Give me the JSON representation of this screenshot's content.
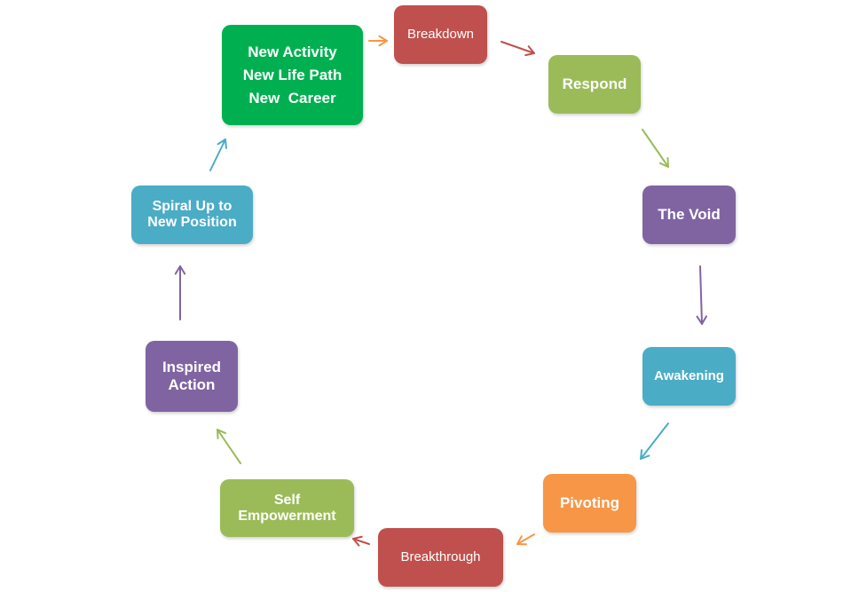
{
  "nodes": [
    {
      "id": "new-activity",
      "lines": [
        "New Activity",
        "New Life Path",
        "New  Career"
      ],
      "color": "#00b050"
    },
    {
      "id": "breakdown",
      "lines": [
        "Breakdown"
      ],
      "color": "#c0504d"
    },
    {
      "id": "respond",
      "lines": [
        "Respond"
      ],
      "color": "#9bbb59"
    },
    {
      "id": "the-void",
      "lines": [
        "The Void"
      ],
      "color": "#8064a2"
    },
    {
      "id": "awakening",
      "lines": [
        "Awakening"
      ],
      "color": "#4bacc6"
    },
    {
      "id": "pivoting",
      "lines": [
        "Pivoting"
      ],
      "color": "#f79646"
    },
    {
      "id": "breakthrough",
      "lines": [
        "Breakthrough"
      ],
      "color": "#c0504d"
    },
    {
      "id": "self-empowerment",
      "lines": [
        "Self",
        "Empowerment"
      ],
      "color": "#9bbb59"
    },
    {
      "id": "inspired-action",
      "lines": [
        "Inspired",
        "Action"
      ],
      "color": "#8064a2"
    },
    {
      "id": "spiral-up",
      "lines": [
        "Spiral Up to",
        "New Position"
      ],
      "color": "#4bacc6"
    }
  ],
  "arrows": [
    {
      "from": "new-activity",
      "to": "breakdown",
      "color": "#f79646"
    },
    {
      "from": "breakdown",
      "to": "respond",
      "color": "#c0504d"
    },
    {
      "from": "respond",
      "to": "the-void",
      "color": "#9bbb59"
    },
    {
      "from": "the-void",
      "to": "awakening",
      "color": "#8064a2"
    },
    {
      "from": "awakening",
      "to": "pivoting",
      "color": "#4bacc6"
    },
    {
      "from": "pivoting",
      "to": "breakthrough",
      "color": "#f79646"
    },
    {
      "from": "breakthrough",
      "to": "self-empowerment",
      "color": "#c0504d"
    },
    {
      "from": "self-empowerment",
      "to": "inspired-action",
      "color": "#9bbb59"
    },
    {
      "from": "inspired-action",
      "to": "spiral-up",
      "color": "#8064a2"
    },
    {
      "from": "spiral-up",
      "to": "new-activity",
      "color": "#4bacc6"
    }
  ]
}
